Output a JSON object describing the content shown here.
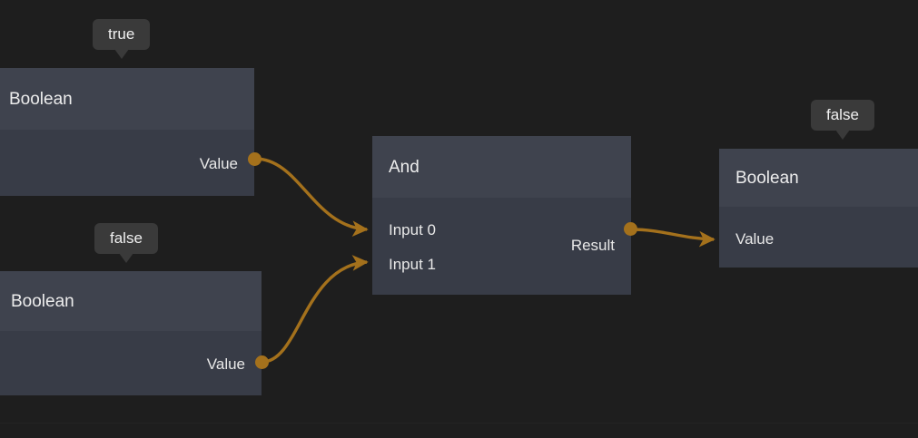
{
  "app": {
    "kind": "node-graph-editor",
    "background_color": "#1e1e1e",
    "node_body_color": "#383c47",
    "node_header_color": "#3f434e",
    "tooltip_color": "#3a3a3a",
    "edge_color": "#a4711c",
    "text_color": "#ededed"
  },
  "nodes": [
    {
      "id": "bool-top",
      "title": "Boolean",
      "tooltip": "true",
      "ports": [
        {
          "label": "Value",
          "direction": "output"
        }
      ]
    },
    {
      "id": "bool-bottom",
      "title": "Boolean",
      "tooltip": "false",
      "ports": [
        {
          "label": "Value",
          "direction": "output"
        }
      ]
    },
    {
      "id": "and",
      "title": "And",
      "tooltip": null,
      "ports": [
        {
          "label": "Input 0",
          "direction": "input"
        },
        {
          "label": "Input 1",
          "direction": "input"
        },
        {
          "label": "Result",
          "direction": "output"
        }
      ]
    },
    {
      "id": "bool-result",
      "title": "Boolean",
      "tooltip": "false",
      "ports": [
        {
          "label": "Value",
          "direction": "input"
        }
      ]
    }
  ],
  "edges": [
    {
      "from": "bool-top.Value",
      "to": "and.Input 0"
    },
    {
      "from": "bool-bottom.Value",
      "to": "and.Input 1"
    },
    {
      "from": "and.Result",
      "to": "bool-result.Value"
    }
  ]
}
